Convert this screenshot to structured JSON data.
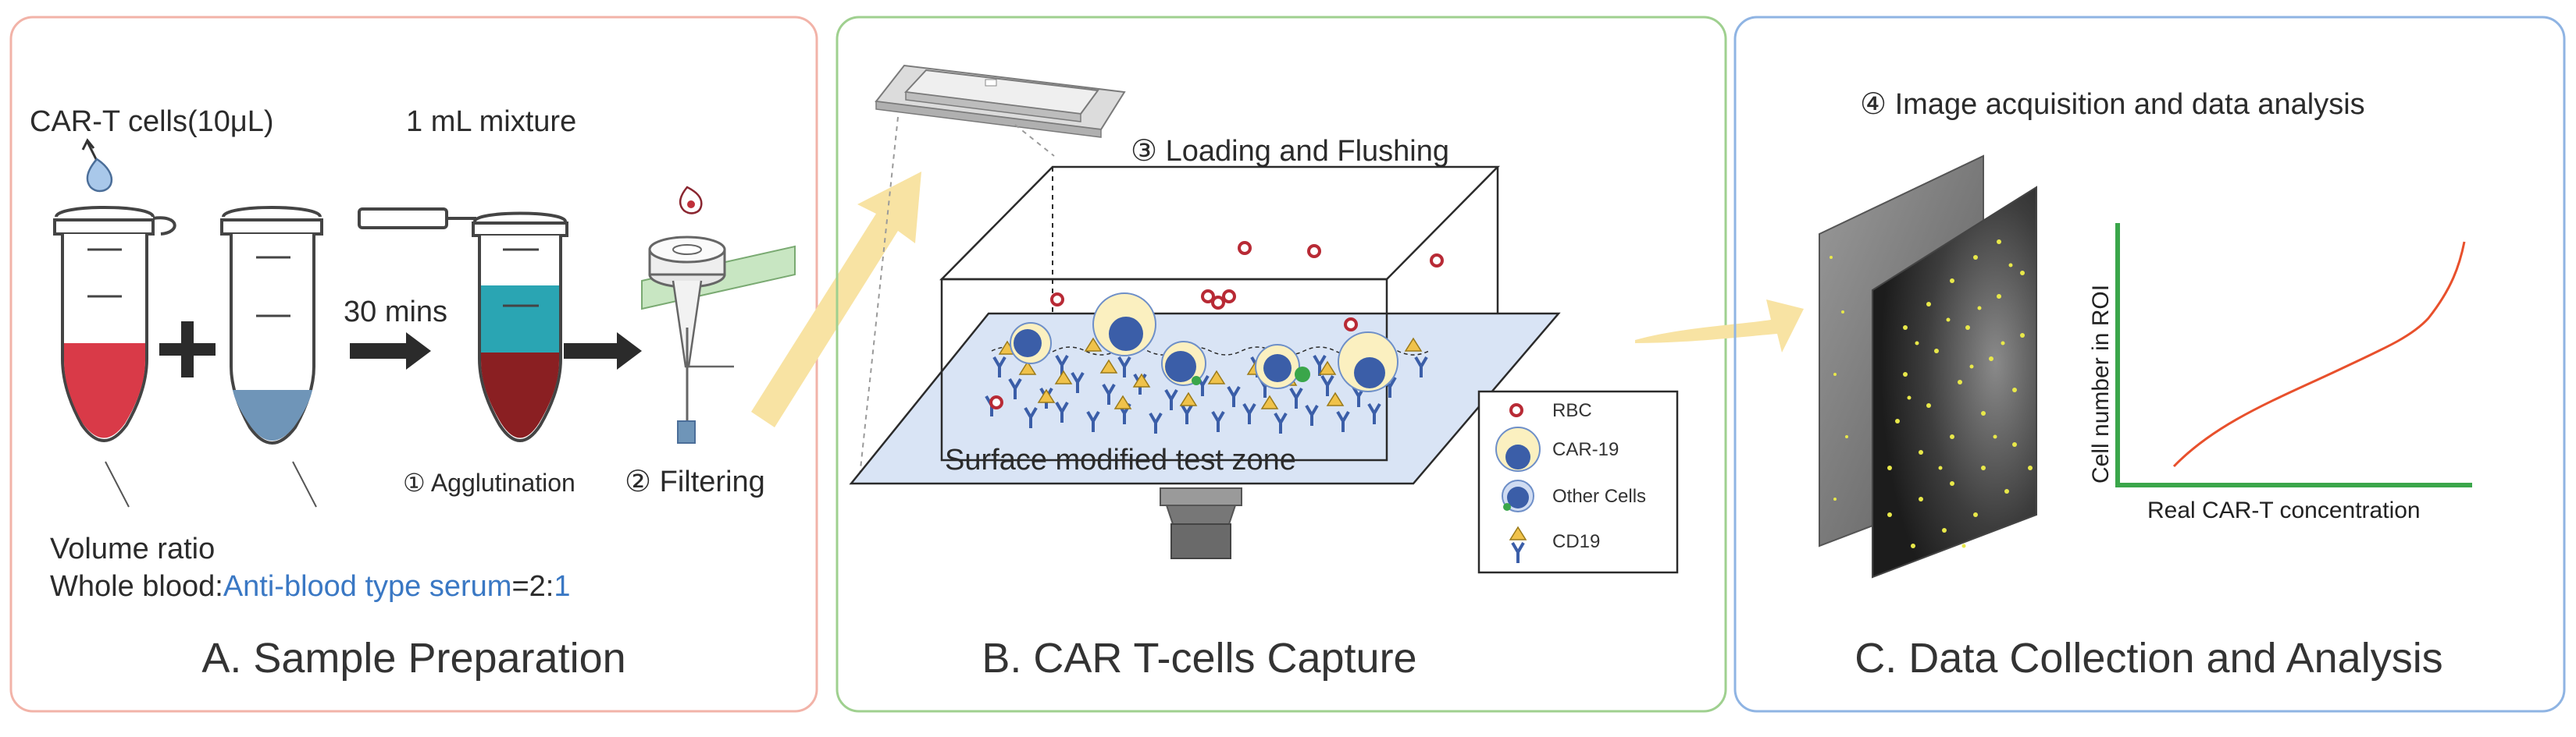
{
  "panels": {
    "a": {
      "title": "A. Sample Preparation",
      "car_t_label": "CAR-T cells(10μL)",
      "mixture_label": "1 mL mixture",
      "time_label": "30 mins",
      "step1": "① Agglutination",
      "step2": "② Filtering",
      "ratio_title": "Volume ratio",
      "ratio_prefix": "Whole blood:",
      "ratio_serum": "Anti-blood type serum",
      "ratio_eq": "=2:",
      "ratio_last": "1"
    },
    "b": {
      "title": "B. CAR T-cells Capture",
      "step3": "③ Loading and Flushing",
      "zone_label": "Surface modified test zone",
      "legend": [
        "RBC",
        "CAR-19",
        "Other Cells",
        "CD19"
      ]
    },
    "c": {
      "title": "C. Data Collection and Analysis",
      "step4": "④ Image acquisition and data analysis",
      "y_axis_label": "Cell number in ROI",
      "x_axis_label": "Real CAR-T concentration"
    }
  },
  "colors": {
    "panel_a_border": "#f2b3a8",
    "panel_b_border": "#9fd08f",
    "panel_c_border": "#8fb4e3",
    "blood_red": "#d93a48",
    "serum_blue": "#6f95b8",
    "teal": "#2aa5b3",
    "dark_red": "#8a1f22",
    "arrow_yellow": "#f8e3a3",
    "cell_blue": "#3b5ea8",
    "cell_cream": "#fbf0c0",
    "antigen_yellow": "#f0c24a",
    "curve_orange": "#e8502c",
    "axis_green": "#3aa64a"
  }
}
